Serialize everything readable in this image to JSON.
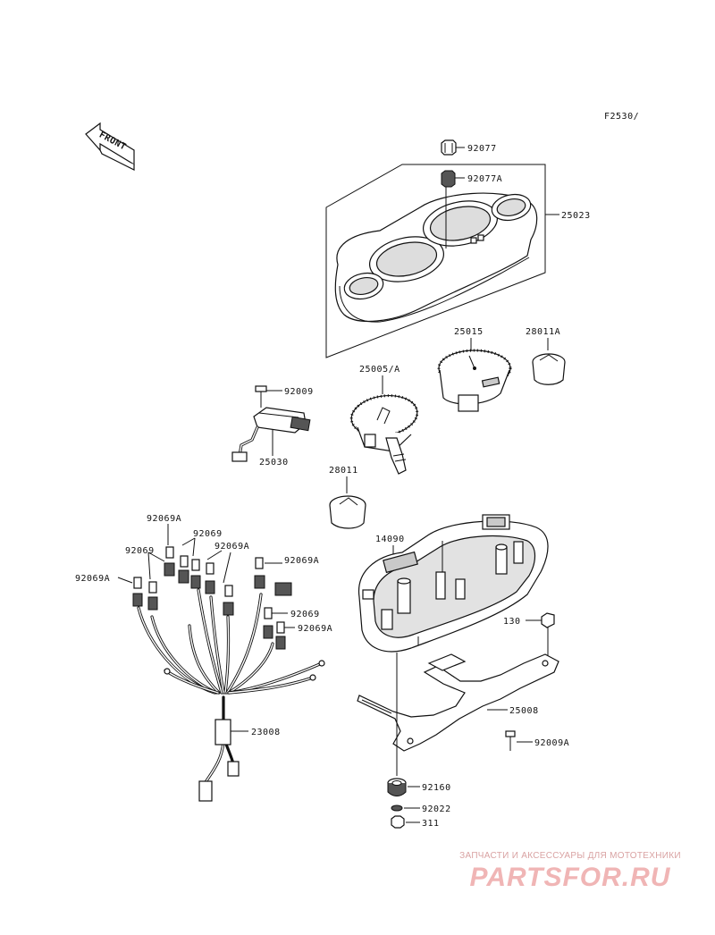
{
  "figure_id": "F2530/",
  "front_label": "FRONT",
  "labels": {
    "p92077": "92077",
    "p92077A": "92077A",
    "p25023": "25023",
    "p25015": "25015",
    "p28011A": "28011A",
    "p25005A": "25005/A",
    "p92009_top": "92009",
    "p25030": "25030",
    "p28011": "28011",
    "p92069A_1": "92069A",
    "p92069_1": "92069",
    "p92069_2": "92069",
    "p92069A_2": "92069A",
    "p92069A_3": "92069A",
    "p92069A_4": "92069A",
    "p14090": "14090",
    "p130": "130",
    "p92069_3": "92069",
    "p92069A_5": "92069A",
    "p25008": "25008",
    "p23008": "23008",
    "p92009A": "92009A",
    "p92160": "92160",
    "p92022": "92022",
    "p311": "311"
  },
  "watermark": {
    "caption": "ЗАПЧАСТИ И АКСЕССУАРЫ ДЛЯ МОТОТЕХНИКИ",
    "logo": "PARTSFOR.RU"
  }
}
